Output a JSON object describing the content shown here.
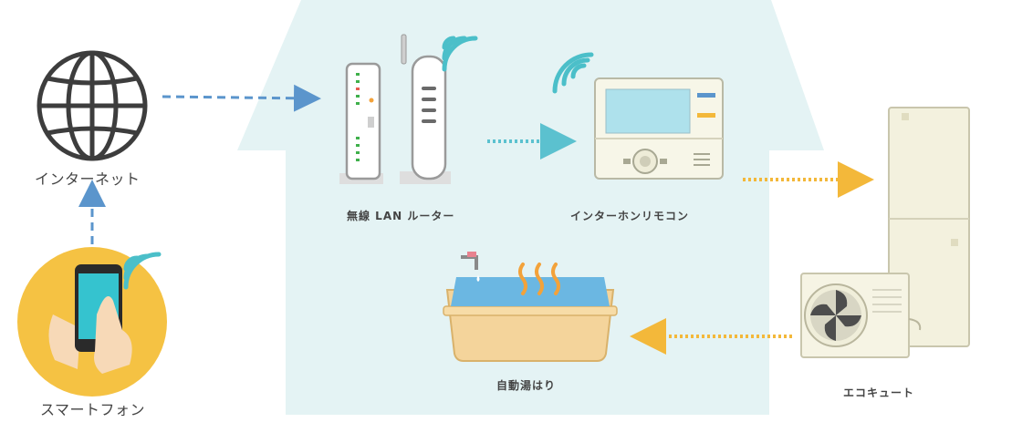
{
  "labels": {
    "internet": "インターネット",
    "smartphone": "スマートフォン",
    "router": "無線 LAN ルーター",
    "intercom_remote": "インターホンリモコン",
    "auto_bath": "自動湯はり",
    "eco_cute": "エコキュート"
  },
  "colors": {
    "house_bg": "#e4f3f4",
    "blue_arrow": "#5b95cc",
    "teal_arrow": "#5bc1cf",
    "orange_arrow": "#f3b83a",
    "wifi": "#4bbfc9"
  },
  "icons": {
    "internet": "globe-icon",
    "smartphone": "smartphone-hand-icon",
    "router": "wifi-router-icon",
    "intercom": "intercom-remote-icon",
    "bath": "bathtub-icon",
    "eco_cute": "heat-pump-water-heater-icon",
    "wifi": "wifi-signal-icon"
  }
}
